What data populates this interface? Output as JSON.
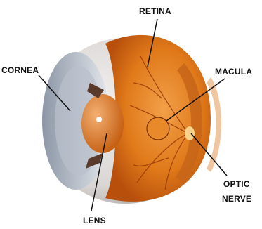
{
  "labels": {
    "retina": "RETINA",
    "cornea": "CORNEA",
    "macula": "MACULA",
    "lens": "LENS",
    "optic_line1": "OPTIC",
    "optic_line2": "NERVE"
  },
  "colors": {
    "sclera": "#d9d6d4",
    "cornea": "#c3c8d2",
    "eye_interior": "#e07a1a",
    "eye_deep": "#b8500c",
    "lens": "#d96f1c",
    "vessel": "#9a3a08",
    "leader_line": "#111111"
  }
}
